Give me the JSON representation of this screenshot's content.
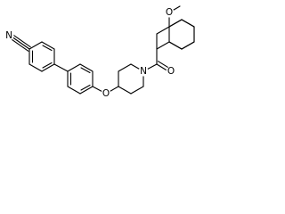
{
  "molecule": {
    "atoms": {
      "nitrile_n": "N",
      "ether_o": "O",
      "piperidine_n": "N",
      "carbonyl_o": "O",
      "methoxy_o": "O"
    }
  }
}
